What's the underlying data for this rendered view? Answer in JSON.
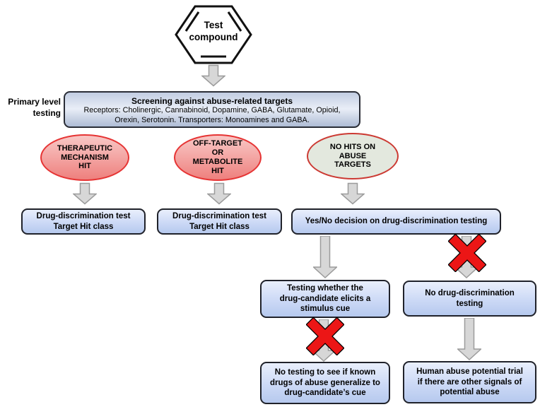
{
  "colors": {
    "box_fill_top": "#e9effc",
    "box_fill_bottom": "#b6c9ee",
    "screen_fill_top": "#c2cde2",
    "screen_fill_mid": "#e9eef7",
    "screen_fill_bottom": "#aebcd5",
    "pink_top": "#f8c7c5",
    "pink_bottom": "#ee807d",
    "pink_border": "#e63434",
    "green_fill": "#e3e8de",
    "green_border": "#cc3a33",
    "arrow_fill": "#d7d7d7",
    "arrow_border": "#9b9b9b",
    "x_red": "#ec1616"
  },
  "flowchart": {
    "start_label": "Test\ncompound",
    "stage_label": "Primary level\ntesting",
    "screening": {
      "title": "Screening against abuse-related targets",
      "body": "Receptors: Cholinergic, Cannabinoid, Dopamine, GABA, Glutamate, Opioid,\nOrexin, Serotonin. Transporters: Monoamines and GABA."
    },
    "outcomes": [
      {
        "label": "THERAPEUTIC\nMECHANISM\nHIT"
      },
      {
        "label": "OFF-TARGET\nOR\nMETABOLITE\nHIT"
      },
      {
        "label": "NO HITS ON\nABUSE\nTARGETS"
      }
    ],
    "level2": [
      {
        "label": "Drug-discrimination test\nTarget Hit class"
      },
      {
        "label": "Drug-discrimination test\nTarget Hit class"
      },
      {
        "label": "Yes/No decision on drug-discrimination testing"
      }
    ],
    "yes_branch": {
      "step_label": "Testing whether the\ndrug-candidate elicits a\nstimulus cue",
      "blocked_label": "No testing to see if known\ndrugs of abuse generalize to\ndrug-candidate’s cue"
    },
    "no_branch": {
      "step_label": "No drug-discrimination\ntesting",
      "final_label": "Human abuse potential trial\nif there are other signals of\npotential abuse"
    }
  }
}
